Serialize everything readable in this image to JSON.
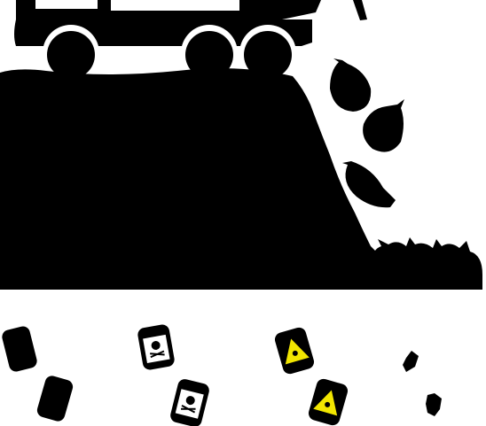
{
  "scene": {
    "description_items": [
      {
        "name": "dump-truck",
        "icon": "dump-truck-icon"
      },
      {
        "name": "landfill-mound",
        "icon": "landfill-icon"
      },
      {
        "name": "garbage-bags",
        "icon": "garbage-bag-icon",
        "count": 7
      },
      {
        "name": "plain-barrels",
        "icon": "barrel-icon",
        "count": 2
      },
      {
        "name": "toxic-barrels",
        "icon": "skull-crossbones-icon",
        "count": 2
      },
      {
        "name": "radioactive-barrels",
        "icon": "radiation-icon",
        "count": 2
      },
      {
        "name": "debris",
        "icon": "debris-icon",
        "count": 2
      }
    ]
  },
  "colors": {
    "background": "#ffffff",
    "silhouette": "#000000",
    "radiation_label": "#f2e600",
    "toxic_label": "#ffffff"
  }
}
